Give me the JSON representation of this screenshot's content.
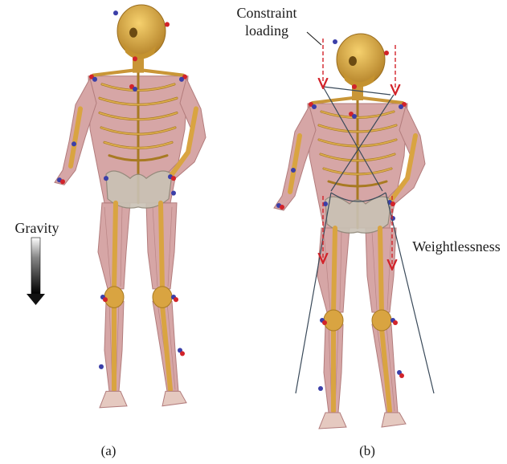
{
  "figure": {
    "annotations": {
      "gravity": "Gravity",
      "constraint_line1": "Constraint",
      "constraint_line2": "loading",
      "weightlessness": "Weightlessness"
    },
    "panels": [
      {
        "label": "(a)"
      },
      {
        "label": "(b)"
      }
    ],
    "colors": {
      "bone": "#d9a441",
      "bone_shade": "#a87a22",
      "muscle": "#d6a6a6",
      "muscle_line": "#b27c7c",
      "marker_red": "#d2232a",
      "marker_blue": "#3b3fa8",
      "constraint_arrow": "#d2232a",
      "frame_line": "#3a4a5a",
      "gravity_arrow": "#111111"
    }
  }
}
